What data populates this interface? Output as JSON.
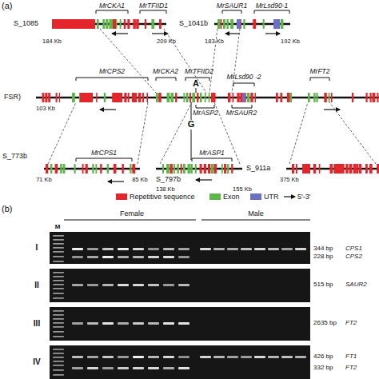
{
  "diagram": {
    "nodes": [
      {
        "text": [
          "S_1085",
          "184 Kb",
          "209 Kb"
        ]
      },
      {
        "text": [
          "S_1041b",
          "183 Kb",
          "192 Kb"
        ]
      },
      {
        "text": [
          "FSR)",
          "103 Kb"
        ]
      },
      {
        "text": [
          "S_773b",
          "71 Kb",
          "85 Kb"
        ]
      },
      {
        "text": [
          "S_797b",
          "138 Kb",
          "155 Kb"
        ]
      },
      {
        "text": [
          "S_911a",
          "375 Kb"
        ]
      },
      {
        "text": [
          "I"
        ]
      },
      {
        "text": [
          "II"
        ]
      },
      {
        "text": [
          "III"
        ]
      },
      {
        "text": [
          "IV"
        ]
      }
    ],
    "edges": [
      {
        "from": 0,
        "to": 2,
        "arrow": "none"
      },
      {
        "from": 0,
        "to": 2,
        "arrow": "none"
      },
      {
        "from": 1,
        "to": 2,
        "arrow": "none"
      },
      {
        "from": 1,
        "to": 2,
        "arrow": "none"
      },
      {
        "from": 3,
        "to": 2,
        "arrow": "none"
      },
      {
        "from": 3,
        "to": 2,
        "arrow": "none"
      },
      {
        "from": 4,
        "to": 2,
        "arrow": "none"
      },
      {
        "from": 4,
        "to": 2,
        "arrow": "none"
      },
      {
        "from": 5,
        "to": 2,
        "arrow": "none"
      },
      {
        "from": 5,
        "to": 2,
        "arrow": "none"
      }
    ],
    "labels": [
      "(a)",
      "MrCKA1",
      "MrTFIID1",
      "MrSAUR1",
      "MrLsd90-1",
      "MrCPS2",
      "MrCKA2",
      "MrTFIID2",
      "A",
      "MrLsd90 -2",
      "MrFT2",
      "MrASP2",
      "MrSAUR2",
      "G",
      "MrCPS1",
      "MrASP1",
      "(b)",
      "Female",
      "Male",
      "M",
      "344 bp",
      "CPS1",
      "228 bp",
      "CPS2",
      "515 bp",
      "SAUR2",
      "2635 bp",
      "FT2",
      "426 bp",
      "FT1",
      "332 bp",
      "FT2"
    ],
    "legend": [
      {
        "text": "Repetitive sequence",
        "color": "#e3262b"
      },
      {
        "text": "Exon",
        "color": "#5db64a"
      },
      {
        "text": "UTR",
        "color": "#6b70c2"
      },
      {
        "text": "5'-3'"
      }
    ]
  }
}
